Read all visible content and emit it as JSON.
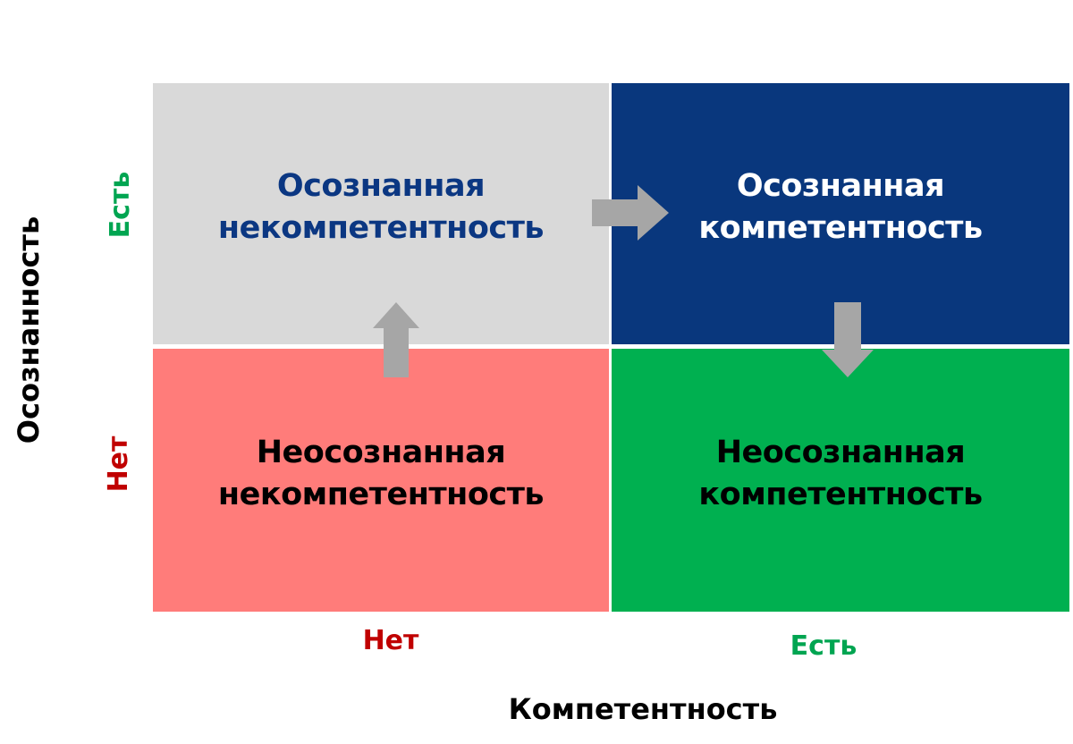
{
  "quadrants": {
    "top_left": {
      "line1": "Осознанная",
      "line2": "некомпетентность",
      "bg_color": "#d9d9d9",
      "text_color": "#0b3782"
    },
    "top_right": {
      "line1": "Осознанная",
      "line2": "компетентность",
      "bg_color": "#09377d",
      "text_color": "#ffffff"
    },
    "bottom_left": {
      "line1": "Неосознанная",
      "line2": "некомпетентность",
      "bg_color": "#ff7c7a",
      "text_color": "#000000"
    },
    "bottom_right": {
      "line1": "Неосознанная",
      "line2": "компетентность",
      "bg_color": "#00b050",
      "text_color": "#000000"
    }
  },
  "axes": {
    "y": {
      "title": "Осознанность",
      "tick_yes": "Есть",
      "tick_no": "Нет"
    },
    "x": {
      "title": "Компетентность",
      "tick_no": "Нет",
      "tick_yes": "Есть"
    }
  },
  "colors": {
    "yes": "#00a551",
    "no": "#c00000",
    "arrow": "#a6a6a6"
  },
  "transitions": [
    {
      "from": "Неосознанная некомпетентность",
      "to": "Осознанная некомпетентность",
      "icon": "arrow-up-icon"
    },
    {
      "from": "Осознанная некомпетентность",
      "to": "Осознанная компетентность",
      "icon": "arrow-right-icon"
    },
    {
      "from": "Осознанная компетентность",
      "to": "Неосознанная компетентность",
      "icon": "arrow-down-icon"
    }
  ]
}
